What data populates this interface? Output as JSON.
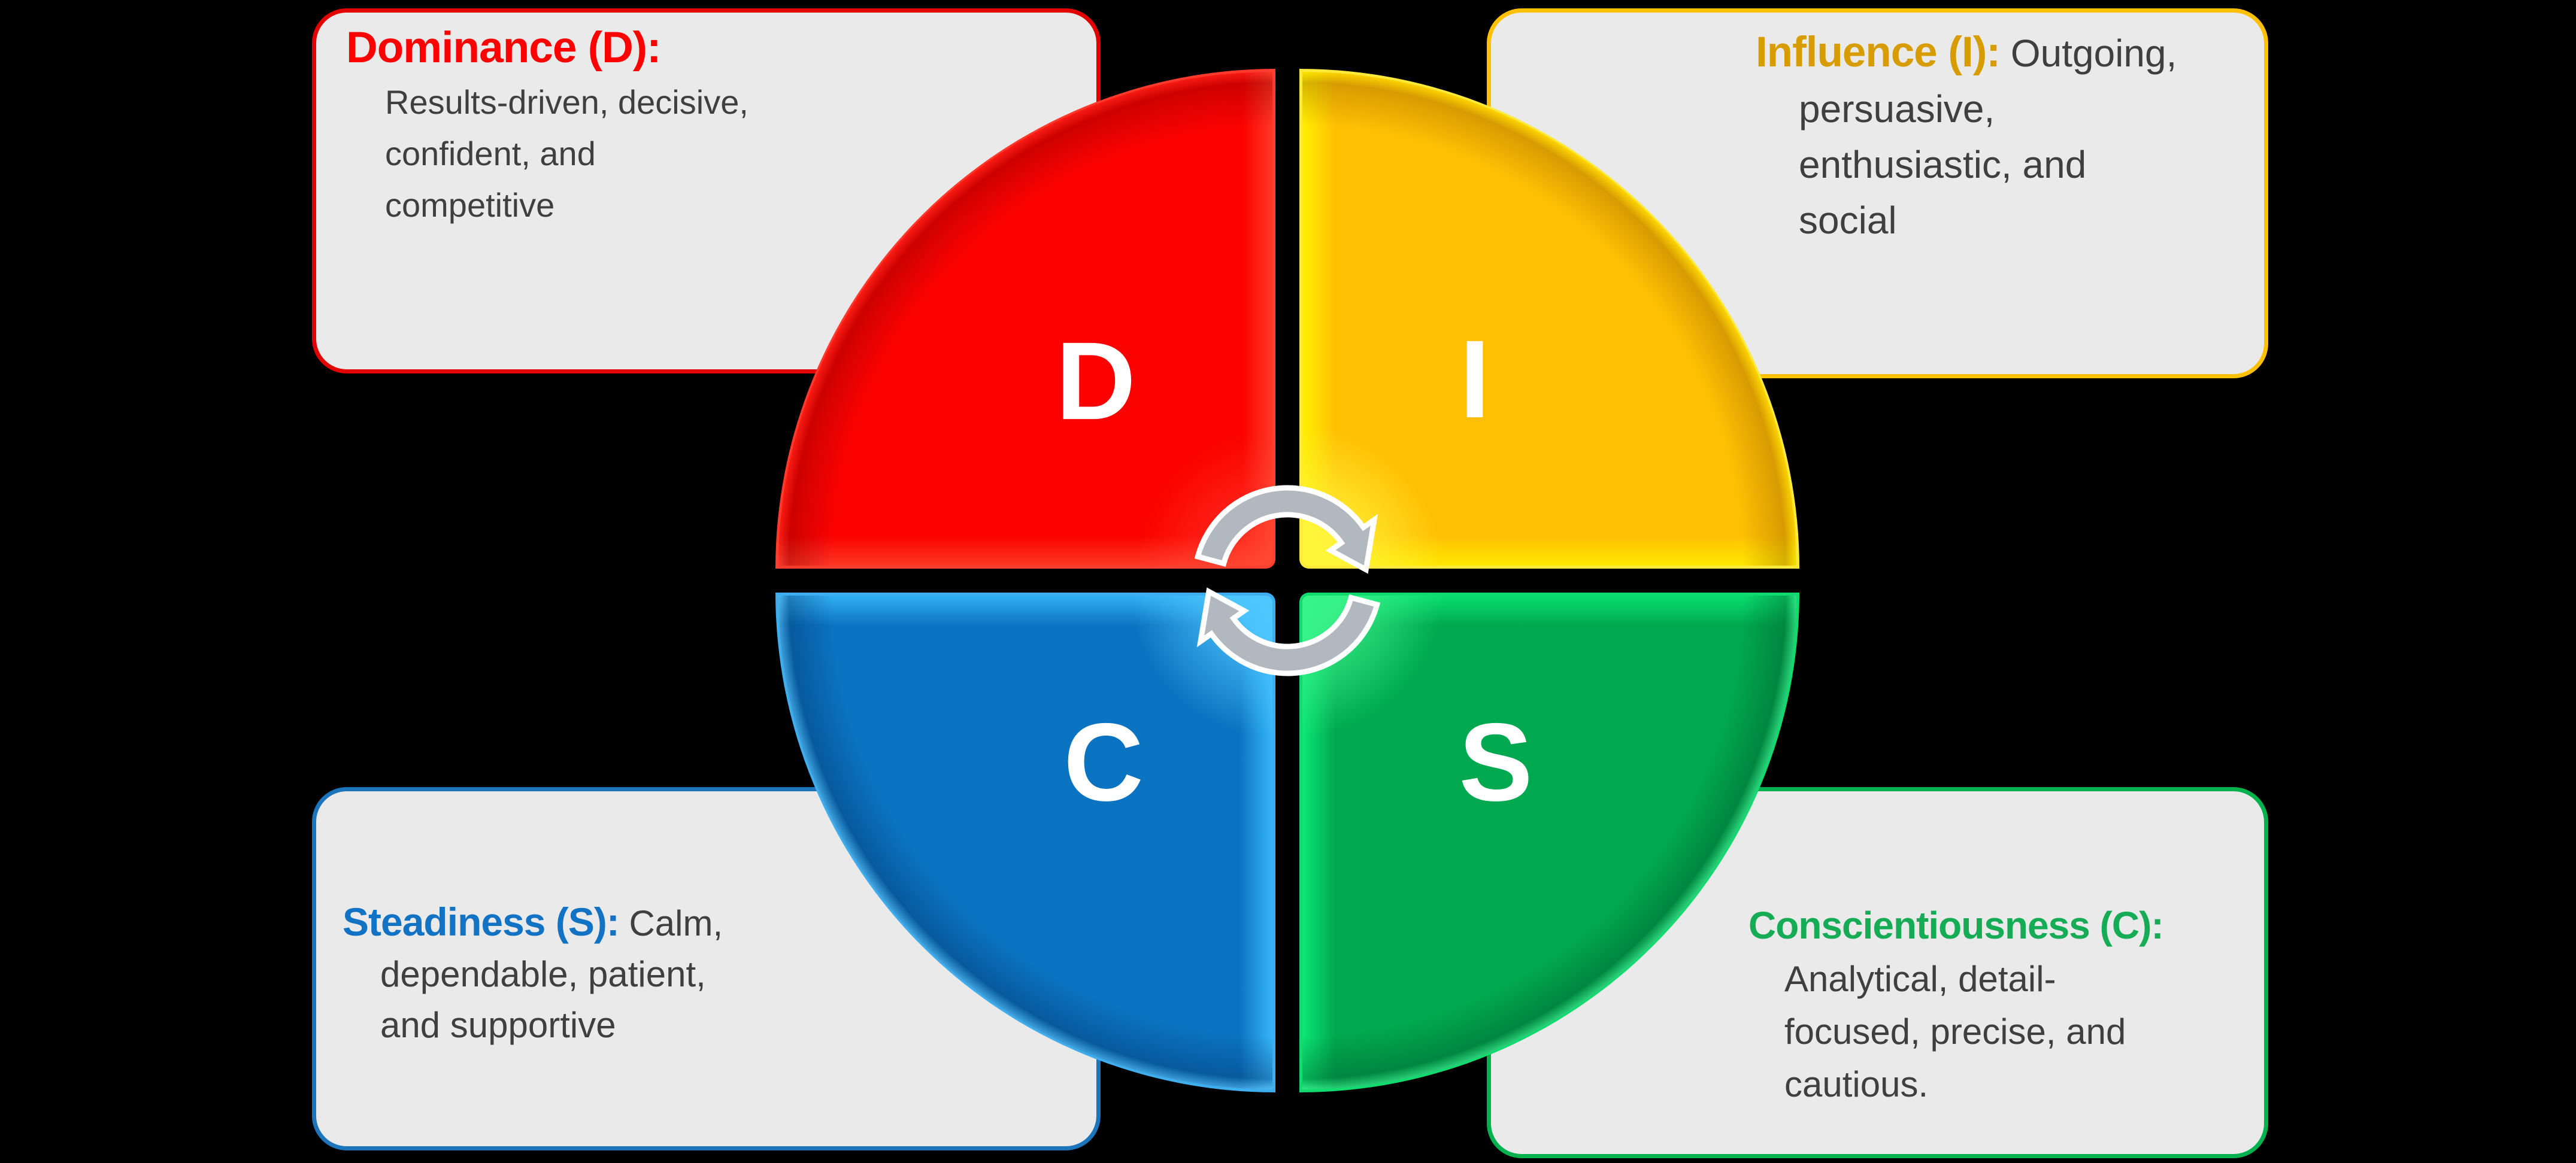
{
  "background_color": "#000000",
  "card_fill_color": "#EAEAEA",
  "body_text_color": "#3F3F3F",
  "cards": [
    {
      "id": "dominance",
      "title": "Dominance (D):",
      "body": "\nResults-driven, decisive,\nconfident, and\ncompetitive",
      "title_color": "#FF0000",
      "border_color": "#E30000"
    },
    {
      "id": "influence",
      "title": "Influence (I):",
      "body": " Outgoing,\npersuasive,\nenthusiastic, and\nsocial",
      "title_color": "#D79C00",
      "border_color": "#FFC000"
    },
    {
      "id": "steadiness",
      "title": "Steadiness (S):",
      "body": " Calm,\ndependable, patient,\nand supportive",
      "title_color": "#1273C4",
      "border_color": "#1C74BB"
    },
    {
      "id": "conscientiousness",
      "title": "Conscientiousness (C):",
      "body": "\nAnalytical, detail-\nfocused, precise, and\ncautious.",
      "title_color": "#16AC55",
      "border_color": "#00B24E"
    }
  ],
  "wheel": {
    "letter_color": "#FFFFFF",
    "quadrants": [
      {
        "letter": "D",
        "position": "top-left",
        "color": "#FB0200"
      },
      {
        "letter": "I",
        "position": "top-right",
        "color": "#FFC003"
      },
      {
        "letter": "C",
        "position": "bottom-left",
        "color": "#0B74C2"
      },
      {
        "letter": "S",
        "position": "bottom-right",
        "color": "#00A94F"
      }
    ],
    "arrows": {
      "direction": "clockwise",
      "fill_color": "#B2B8C0",
      "outline_color": "#FFFFFF"
    }
  }
}
